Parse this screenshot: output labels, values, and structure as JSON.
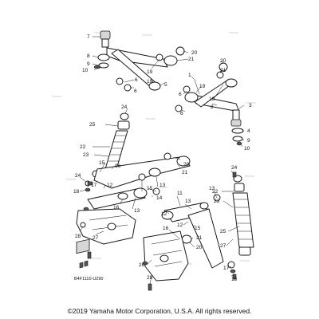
{
  "diagram": {
    "code": "B4F1110-U290",
    "copyright": "©2019 Yamaha Motor Corporation, U.S.A. All rights reserved.",
    "watermark": "Yamaha"
  },
  "callouts": [
    {
      "id": "c7",
      "label": "7"
    },
    {
      "id": "c8",
      "label": "8"
    },
    {
      "id": "c9a",
      "label": "9"
    },
    {
      "id": "c10a",
      "label": "10"
    },
    {
      "id": "c6a",
      "label": "6"
    },
    {
      "id": "c20a",
      "label": "20"
    },
    {
      "id": "c21a",
      "label": "21"
    },
    {
      "id": "c19a",
      "label": "19"
    },
    {
      "id": "c6b",
      "label": "6"
    },
    {
      "id": "c19b",
      "label": "19"
    },
    {
      "id": "c5",
      "label": "5"
    },
    {
      "id": "c1",
      "label": "1"
    },
    {
      "id": "c19c",
      "label": "19"
    },
    {
      "id": "c6c",
      "label": "6"
    },
    {
      "id": "c20b",
      "label": "20"
    },
    {
      "id": "c21b",
      "label": "21"
    },
    {
      "id": "c19d",
      "label": "19"
    },
    {
      "id": "c6d",
      "label": "6"
    },
    {
      "id": "c2",
      "label": "2"
    },
    {
      "id": "c3",
      "label": "3"
    },
    {
      "id": "c4",
      "label": "4"
    },
    {
      "id": "c9b",
      "label": "9"
    },
    {
      "id": "c10b",
      "label": "10"
    },
    {
      "id": "c24a",
      "label": "24"
    },
    {
      "id": "c25a",
      "label": "25"
    },
    {
      "id": "c22a",
      "label": "22"
    },
    {
      "id": "c23a",
      "label": "23"
    },
    {
      "id": "c15a",
      "label": "15"
    },
    {
      "id": "c16a",
      "label": "16"
    },
    {
      "id": "c20c",
      "label": "20"
    },
    {
      "id": "c21c",
      "label": "21"
    },
    {
      "id": "c13a",
      "label": "13"
    },
    {
      "id": "c24b",
      "label": "24"
    },
    {
      "id": "c18a",
      "label": "18"
    },
    {
      "id": "c17a",
      "label": "17"
    },
    {
      "id": "c12a",
      "label": "12"
    },
    {
      "id": "c16b",
      "label": "16"
    },
    {
      "id": "c13b",
      "label": "13"
    },
    {
      "id": "c15b",
      "label": "15"
    },
    {
      "id": "c14",
      "label": "14"
    },
    {
      "id": "c28a",
      "label": "28"
    },
    {
      "id": "c27a",
      "label": "27"
    },
    {
      "id": "c11",
      "label": "11"
    },
    {
      "id": "c13c",
      "label": "13"
    },
    {
      "id": "c12b",
      "label": "12"
    },
    {
      "id": "c16c",
      "label": "16"
    },
    {
      "id": "c15c",
      "label": "15"
    },
    {
      "id": "c12c",
      "label": "12"
    },
    {
      "id": "c21d",
      "label": "21"
    },
    {
      "id": "c20d",
      "label": "20"
    },
    {
      "id": "c13d",
      "label": "13"
    },
    {
      "id": "c24c",
      "label": "24"
    },
    {
      "id": "c22b",
      "label": "22"
    },
    {
      "id": "c23b",
      "label": "23"
    },
    {
      "id": "c25b",
      "label": "25"
    },
    {
      "id": "c27b",
      "label": "27"
    },
    {
      "id": "c26a",
      "label": "26"
    },
    {
      "id": "c28b",
      "label": "28"
    },
    {
      "id": "c17b",
      "label": "17"
    },
    {
      "id": "c18b",
      "label": "18"
    }
  ]
}
